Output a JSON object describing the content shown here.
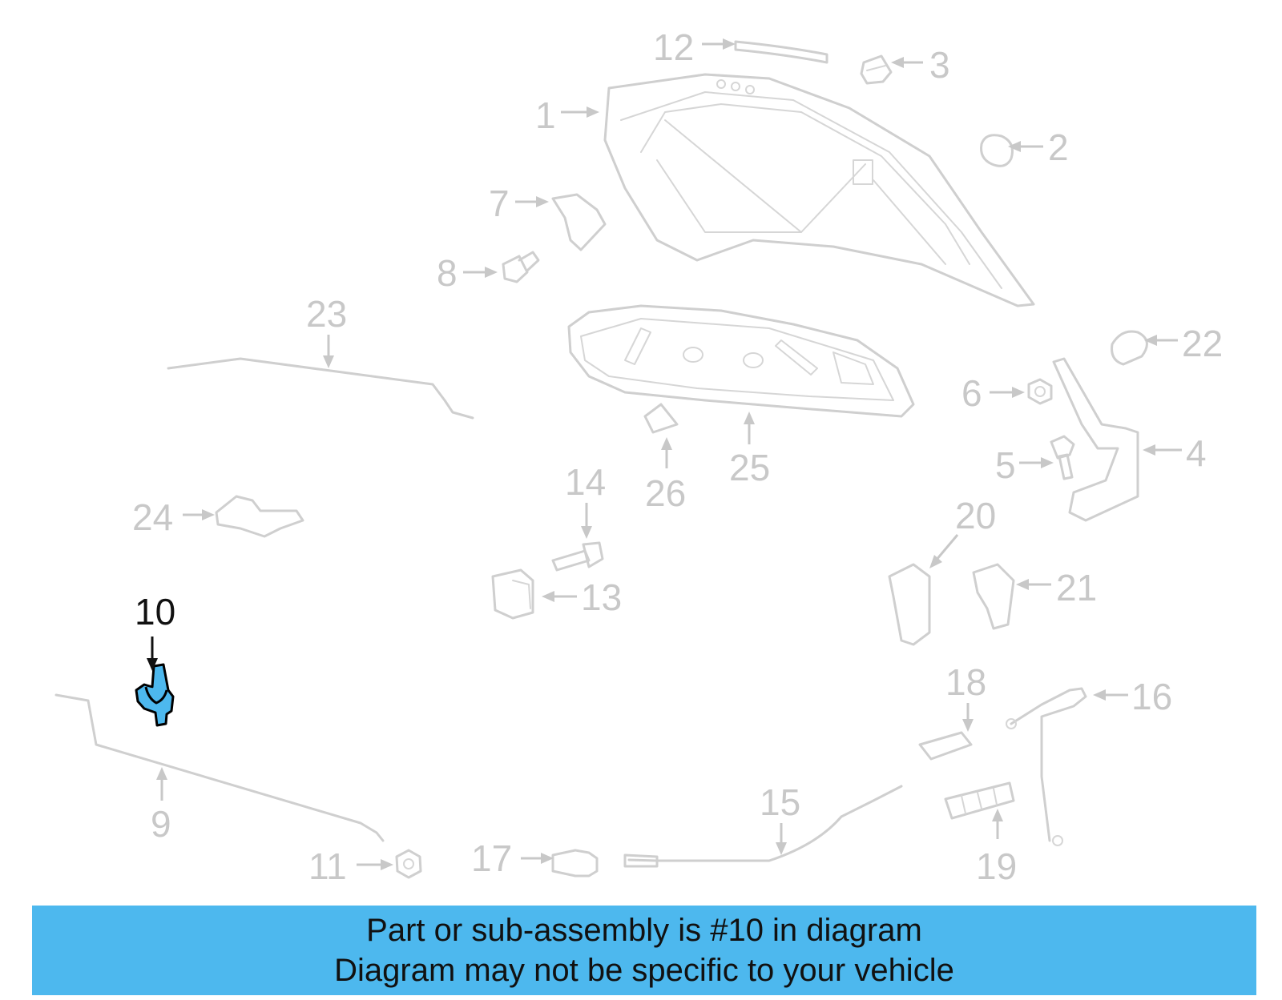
{
  "diagram": {
    "highlight_callout": "10",
    "callouts": {
      "c1": "1",
      "c2": "2",
      "c3": "3",
      "c4": "4",
      "c5": "5",
      "c6": "6",
      "c7": "7",
      "c8": "8",
      "c9": "9",
      "c11": "11",
      "c12": "12",
      "c13": "13",
      "c14": "14",
      "c15": "15",
      "c16": "16",
      "c17": "17",
      "c18": "18",
      "c19": "19",
      "c20": "20",
      "c21": "21",
      "c22": "22",
      "c23": "23",
      "c24": "24",
      "c25": "25",
      "c26": "26"
    },
    "highlight_color": "#4db8ee",
    "ghost_color": "#cfcfcf"
  },
  "banner": {
    "line1": "Part or sub-assembly is #10 in diagram",
    "line2": "Diagram may not be specific to your vehicle",
    "color": "#4db8ee"
  }
}
